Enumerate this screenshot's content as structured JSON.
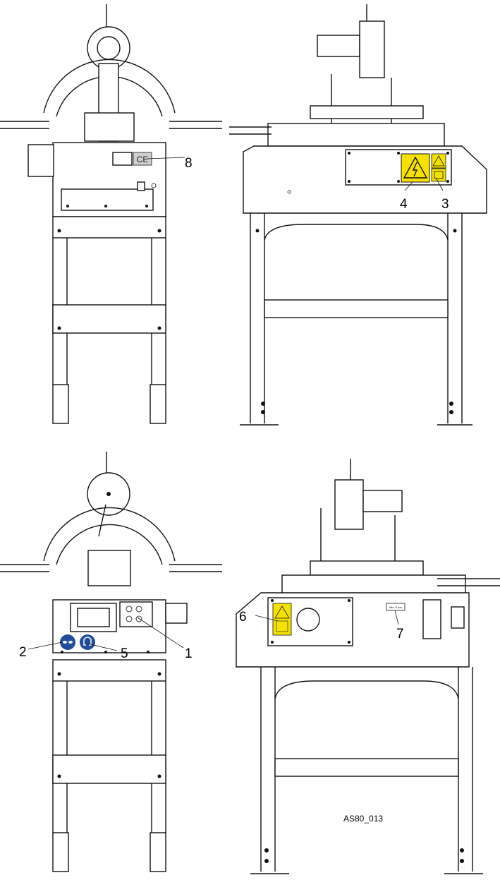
{
  "drawing": {
    "figure_ref": "AS80_013",
    "ce_mark": "CE",
    "label_7_text": "Min. 6 bar"
  },
  "callouts": [
    {
      "id": "8",
      "label": "8"
    },
    {
      "id": "4",
      "label": "4"
    },
    {
      "id": "3",
      "label": "3"
    },
    {
      "id": "6",
      "label": "6"
    },
    {
      "id": "2",
      "label": "2"
    },
    {
      "id": "5",
      "label": "5"
    },
    {
      "id": "1",
      "label": "1"
    },
    {
      "id": "7",
      "label": "7"
    }
  ],
  "colors": {
    "line": "#111111",
    "warning_yellow": "#f5e200",
    "mandatory_blue": "#1f4e9a",
    "sticker_grey": "#cfcfcf",
    "background": "#ffffff"
  },
  "icons": [
    "electrical-hazard-icon",
    "general-warning-icon",
    "read-manual-icon",
    "eye-protection-icon",
    "ear-protection-icon",
    "ce-mark-icon"
  ]
}
